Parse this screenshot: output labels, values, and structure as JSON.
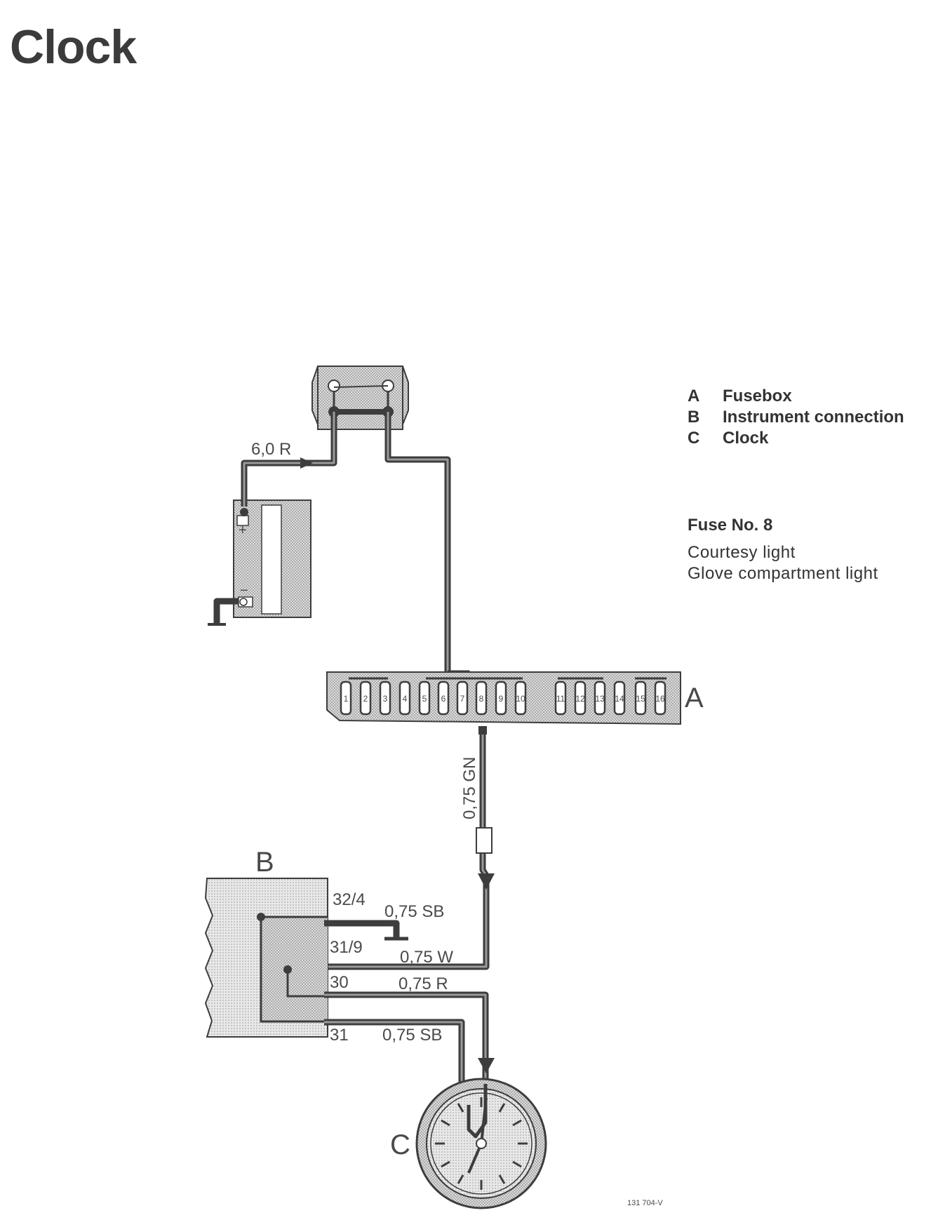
{
  "page": {
    "title": "Clock"
  },
  "legend": [
    {
      "letter": "A",
      "text": "Fusebox"
    },
    {
      "letter": "B",
      "text": "Instrument connection"
    },
    {
      "letter": "C",
      "text": "Clock"
    }
  ],
  "fuse_info": {
    "title": "Fuse No. 8",
    "items": [
      "Courtesy light",
      "Glove compartment light"
    ]
  },
  "diagram": {
    "battery_wire": "6,0 R",
    "fusebox_label": "A",
    "fuse_numbers": [
      "1",
      "2",
      "3",
      "4",
      "5",
      "6",
      "7",
      "8",
      "9",
      "10",
      "11",
      "12",
      "13",
      "14",
      "15",
      "16"
    ],
    "feed_wire": "0,75 GN",
    "instrument_label": "B",
    "pins": [
      "32/4",
      "31/9",
      "30",
      "31"
    ],
    "pin_wires": [
      "0,75 SB",
      "0,75 W",
      "0,75 R",
      "0,75 SB"
    ],
    "clock_label": "C",
    "battery_plus": "+",
    "battery_minus": "−",
    "ref_code": "131 704-V"
  },
  "colors": {
    "wire": "#3d3d3d",
    "component_fill": "#cfcfcf",
    "text": "#3a3a3a"
  }
}
